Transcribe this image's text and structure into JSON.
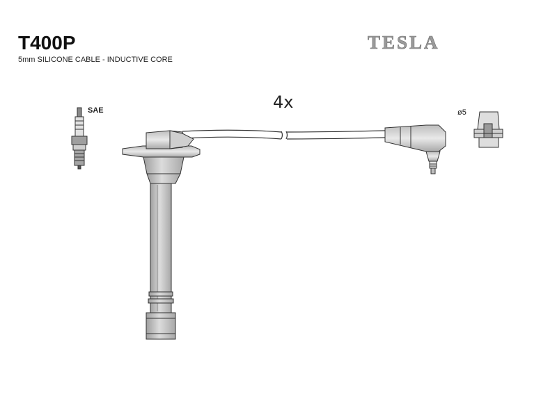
{
  "header": {
    "part_number": "T400P",
    "description": "5mm SILICONE CABLE - INDUCTIVE CORE",
    "brand": "TESLA"
  },
  "diagram": {
    "quantity_label": "4x",
    "spark_plug_label": "SAE",
    "terminal_label": "ø5"
  },
  "colors": {
    "line": "#333333",
    "fill_dark": "#bdbdbd",
    "fill_light": "#e4e4e4",
    "brand": "#9a9a9a"
  }
}
